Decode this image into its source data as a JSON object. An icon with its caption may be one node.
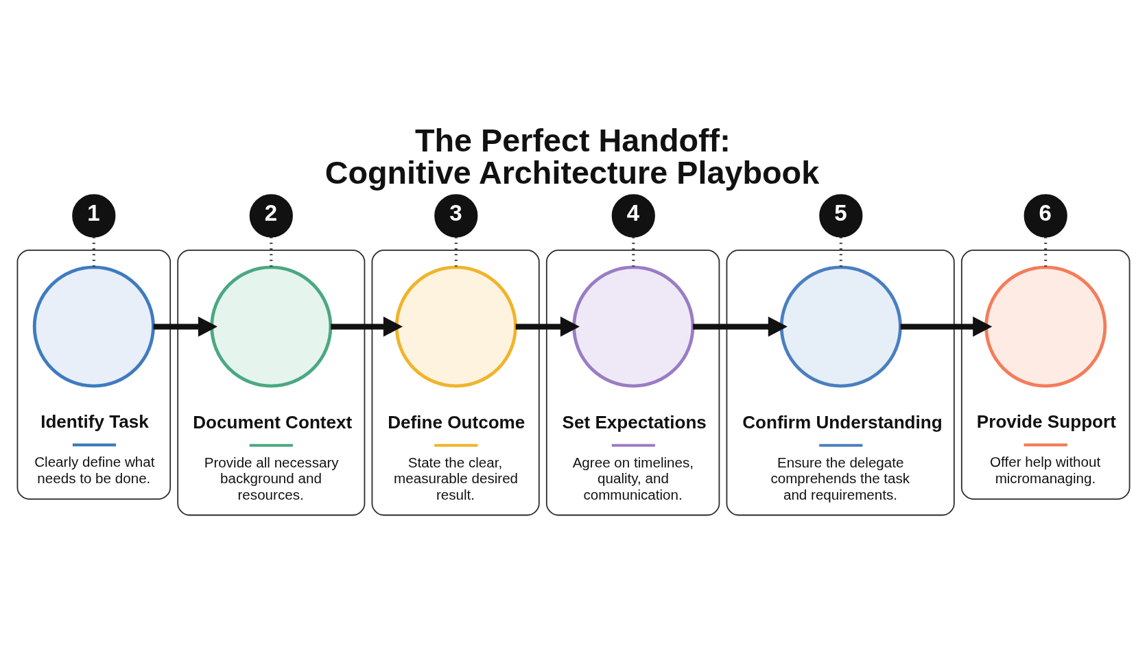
{
  "diagram": {
    "title": "The Perfect Handoff: Cognitive Architecture Playbook",
    "nodes": [
      {
        "text": [
          "1"
        ]
      },
      {
        "text": [
          "Identify Task",
          "Clearly define what needs to be done."
        ]
      },
      {
        "text": [],
        "shape": "circle",
        "in": 1
      },
      {
        "text": [
          "2"
        ]
      },
      {
        "text": [
          "Document Context",
          "Provide all necessary background and resources."
        ]
      },
      {
        "text": [],
        "shape": "circle",
        "in": 4
      },
      {
        "text": [
          "3"
        ]
      },
      {
        "text": [
          "Define Outcome",
          "State the clear, measurable desired result."
        ]
      },
      {
        "text": [],
        "shape": "circle",
        "in": 7
      },
      {
        "text": [
          "4"
        ]
      },
      {
        "text": [
          "Set Expectations",
          "Agree on timelines, quality, and communication."
        ]
      },
      {
        "text": [],
        "shape": "circle",
        "in": 10
      },
      {
        "text": [
          "5"
        ]
      },
      {
        "text": [
          "Confirm Understanding",
          "Ensure the delegate comprehends the task and requirements."
        ]
      },
      {
        "text": [],
        "shape": "circle",
        "in": 13
      },
      {
        "text": [
          "6"
        ]
      },
      {
        "text": [
          "Provide Support",
          "Offer help without micromanaging."
        ]
      },
      {
        "text": [],
        "shape": "circle",
        "in": 16
      }
    ],
    "edges": [
      {
        "from": 0,
        "to": 2,
        "arrow": "none",
        "style": "dashed"
      },
      {
        "from": 3,
        "to": 5,
        "arrow": "none",
        "style": "dashed"
      },
      {
        "from": 6,
        "to": 8,
        "arrow": "none",
        "style": "dashed"
      },
      {
        "from": 9,
        "to": 11,
        "arrow": "none",
        "style": "dashed"
      },
      {
        "from": 12,
        "to": 14,
        "arrow": "none",
        "style": "dashed"
      },
      {
        "from": 15,
        "to": 17,
        "arrow": "none",
        "style": "dashed"
      },
      {
        "from": 2,
        "to": 5,
        "arrow": "to",
        "style": "thick"
      },
      {
        "from": 5,
        "to": 8,
        "arrow": "to",
        "style": "thick"
      },
      {
        "from": 8,
        "to": 11,
        "arrow": "to",
        "style": "thick"
      },
      {
        "from": 11,
        "to": 14,
        "arrow": "to",
        "style": "thick"
      },
      {
        "from": 14,
        "to": 17,
        "arrow": "to",
        "style": "thick"
      }
    ]
  }
}
